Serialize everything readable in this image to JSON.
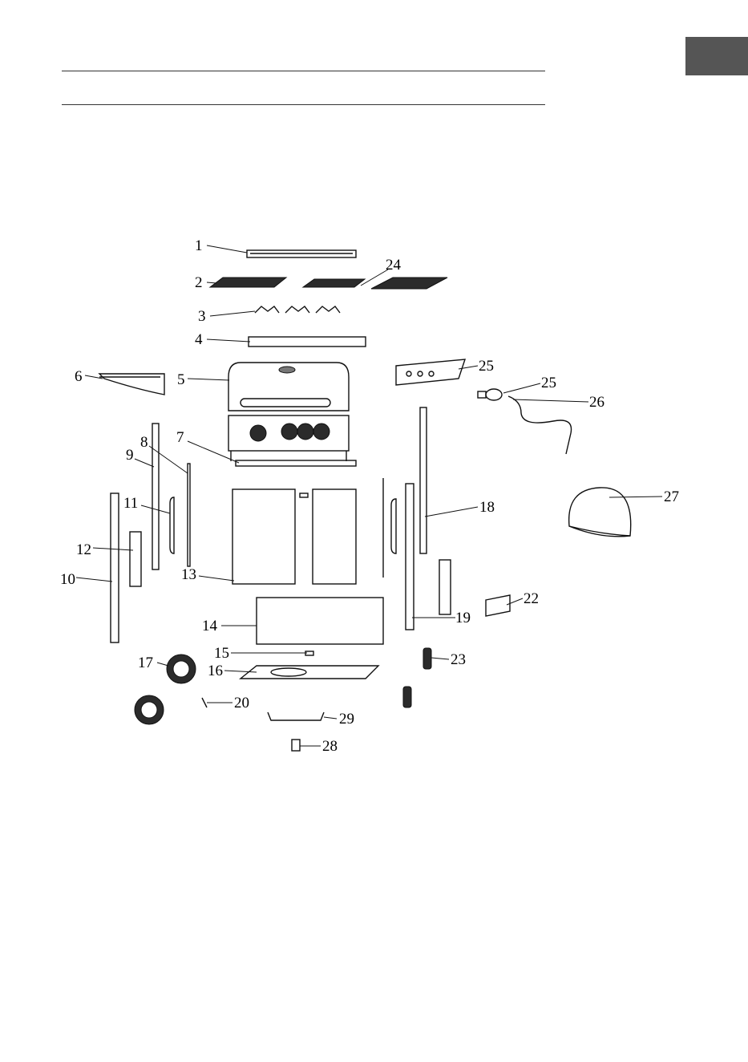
{
  "page_tab": {
    "color": "#555555"
  },
  "diagram": {
    "part_labels": [
      "1",
      "2",
      "3",
      "4",
      "5",
      "6",
      "7",
      "8",
      "9",
      "10",
      "11",
      "12",
      "13",
      "14",
      "15",
      "16",
      "17",
      "18",
      "19",
      "20",
      "22",
      "23",
      "24",
      "25",
      "25",
      "26",
      "27",
      "28",
      "29"
    ]
  }
}
